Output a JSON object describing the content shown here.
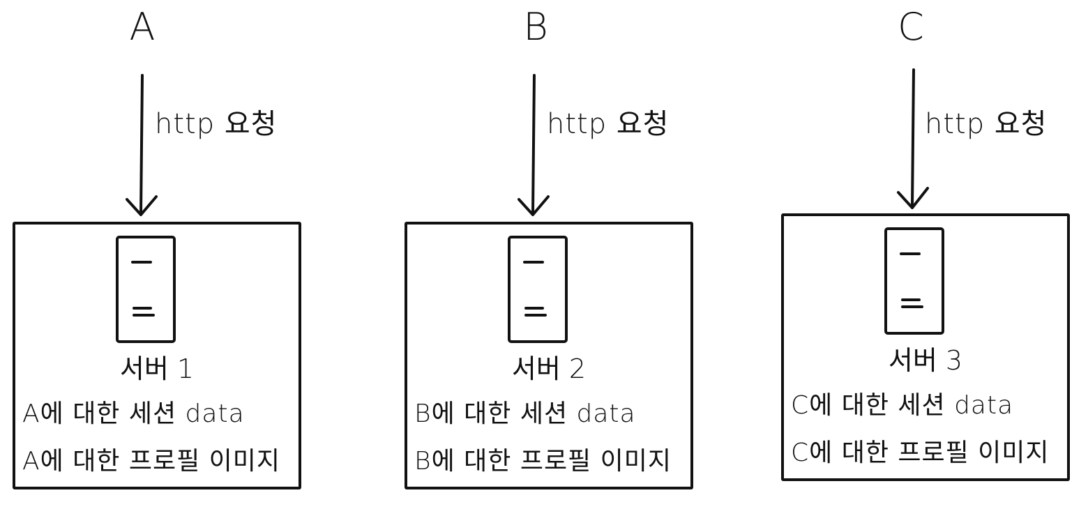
{
  "columns": [
    {
      "client": "A",
      "request": "http 요청",
      "server": "서버 1",
      "session_line": "A에 대한 세션 data",
      "profile_line": "A에 대한 프로필 이미지"
    },
    {
      "client": "B",
      "request": "http 요청",
      "server": "서버 2",
      "session_line": "B에 대한 세션 data",
      "profile_line": "B에 대한 프로필 이미지"
    },
    {
      "client": "C",
      "request": "http 요청",
      "server": "서버 3",
      "session_line": "C에 대한 세션 data",
      "profile_line": "C에 대한 프로필 이미지"
    }
  ],
  "colors": {
    "ink": "#111111",
    "background": "#ffffff"
  }
}
